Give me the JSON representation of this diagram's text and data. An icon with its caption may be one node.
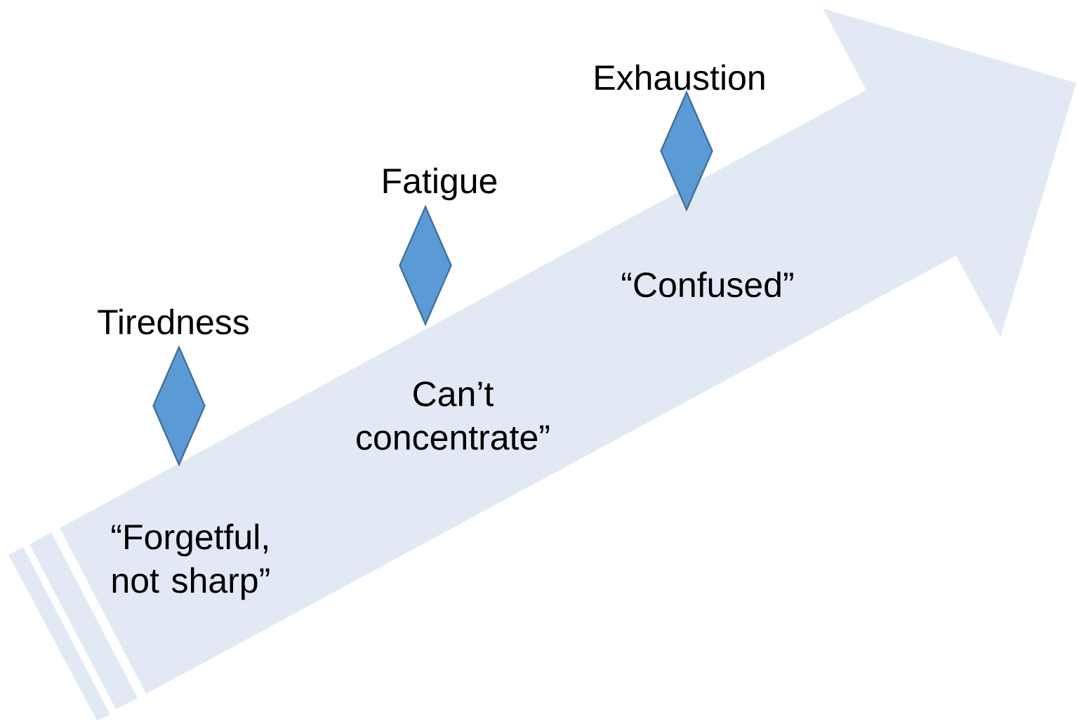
{
  "diagram": {
    "nodes": [
      {
        "text": [
          "Tiredness"
        ],
        "beside": [
          "“Forgetful, not sharp”"
        ]
      },
      {
        "text": [
          "Fatigue"
        ],
        "beside": [
          "Can’t concentrate”"
        ]
      },
      {
        "text": [
          "Exhaustion"
        ],
        "beside": [
          "“Confused”"
        ]
      }
    ]
  }
}
